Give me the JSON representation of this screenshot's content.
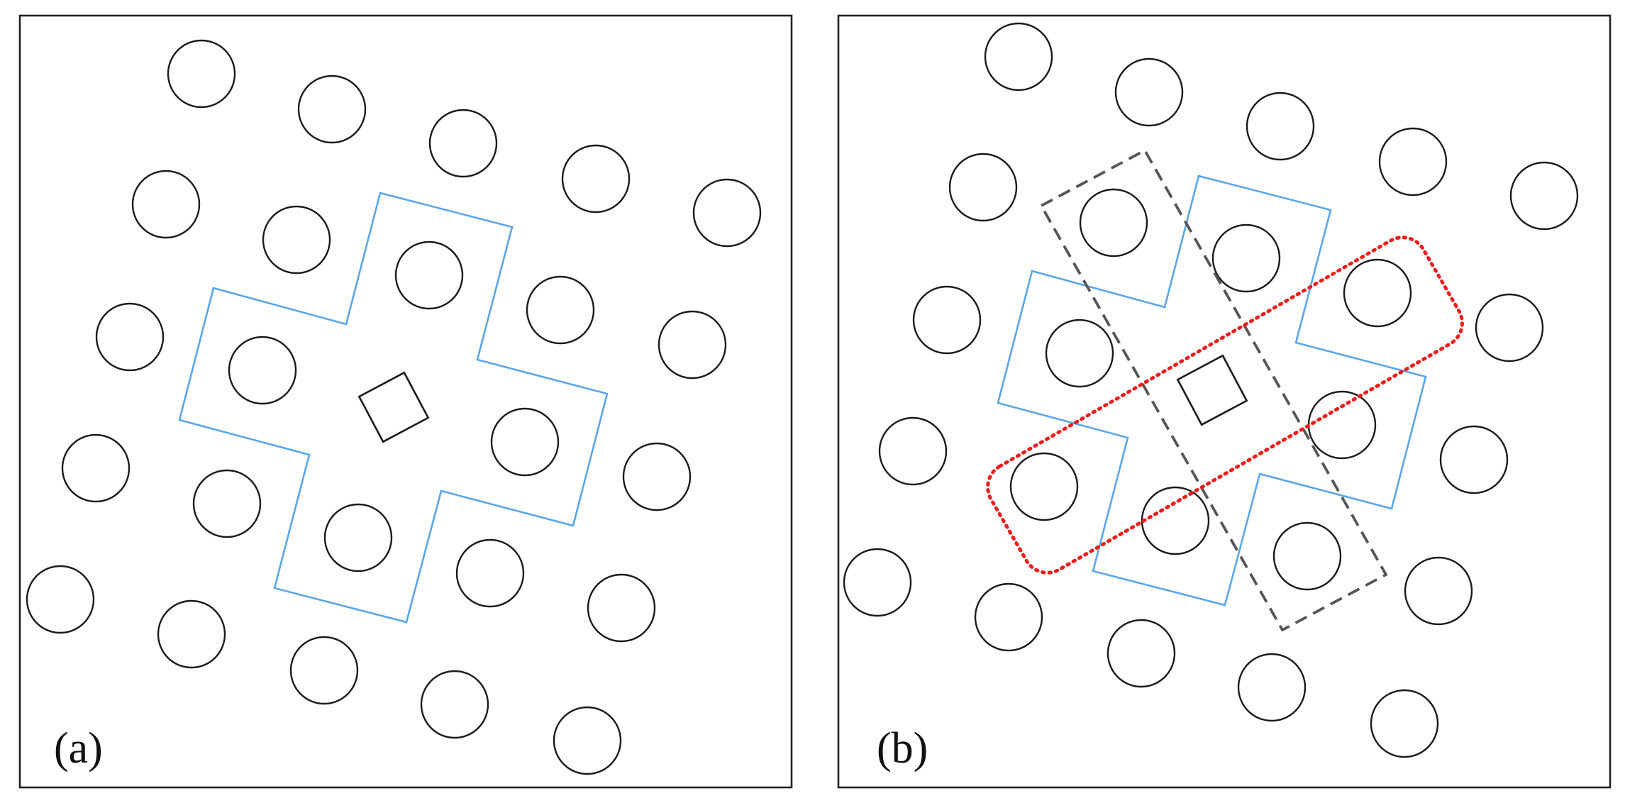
{
  "panels": [
    {
      "id": "a",
      "label": "(a)"
    },
    {
      "id": "b",
      "label": "(b)"
    }
  ],
  "colors": {
    "cross_outline": "#5aa6ea",
    "dashed_box": "#555555",
    "dotted_box": "#ee1c1c"
  }
}
